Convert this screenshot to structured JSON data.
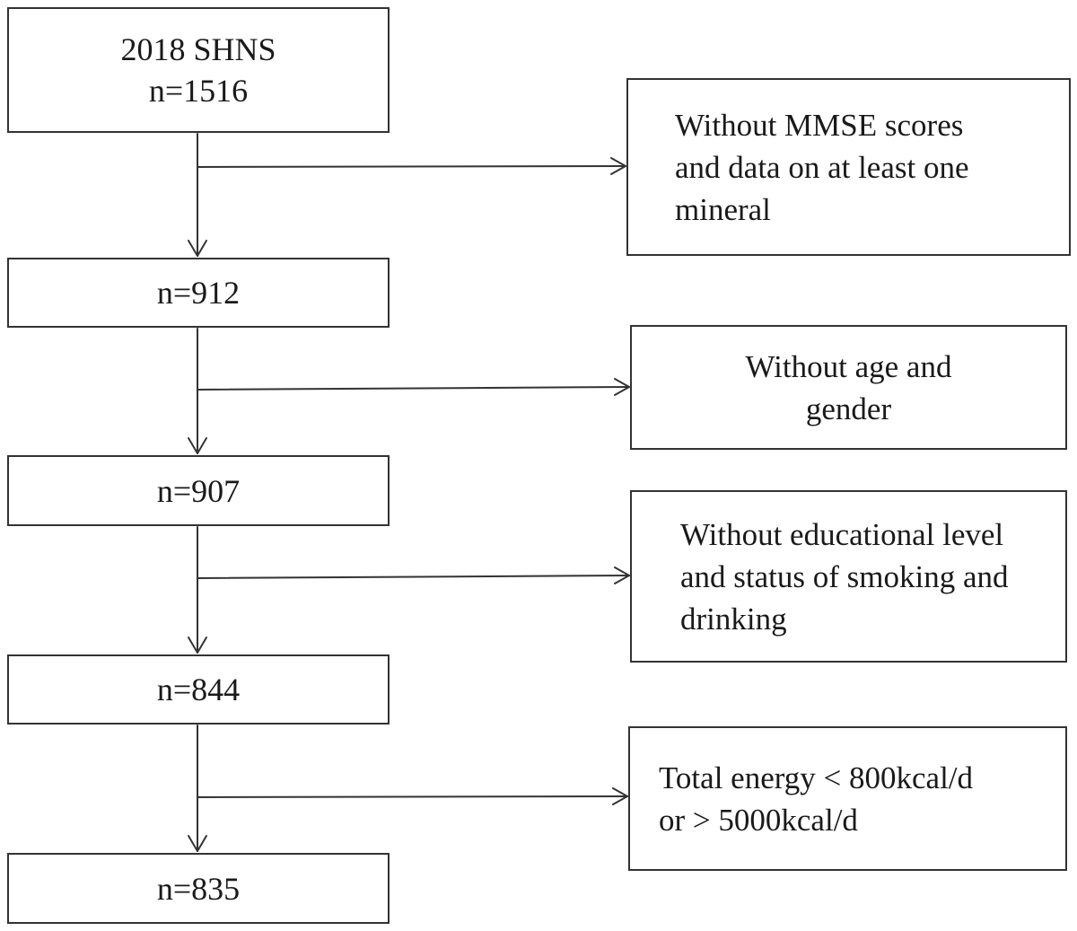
{
  "flow": {
    "start": {
      "line1": "2018 SHNS",
      "line2": "n=1516"
    },
    "step1": {
      "count": "n=912",
      "exclusion": {
        "lines": [
          "Without MMSE scores",
          "and data on at least one",
          "mineral"
        ]
      }
    },
    "step2": {
      "count": "n=907",
      "exclusion": {
        "lines": [
          "Without age and",
          "gender"
        ]
      }
    },
    "step3": {
      "count": "n=844",
      "exclusion": {
        "lines": [
          "Without educational level",
          "and status of smoking and",
          "drinking"
        ]
      }
    },
    "step4": {
      "count": "n=835",
      "exclusion": {
        "lines": [
          "Total energy < 800kcal/d",
          "or  > 5000kcal/d"
        ]
      }
    }
  },
  "colors": {
    "stroke": "#333333",
    "text": "#1a1a1a",
    "background": "#ffffff"
  }
}
